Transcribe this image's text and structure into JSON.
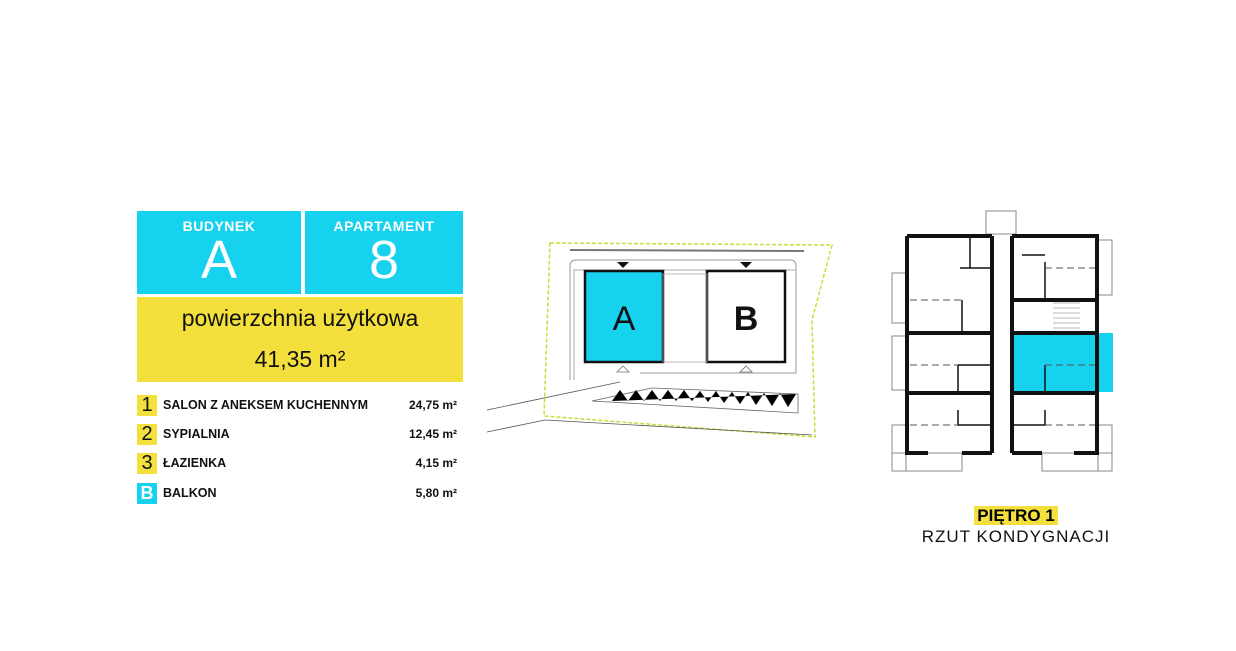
{
  "building": {
    "label": "BUDYNEK",
    "value": "A"
  },
  "apartment": {
    "label": "APARTAMENT",
    "value": "8"
  },
  "usable_area": {
    "label": "powierzchnia użytkowa",
    "value": "41,35 m²"
  },
  "rooms": [
    {
      "num": "1",
      "name": "SALON Z ANEKSEM KUCHENNYM",
      "area": "24,75 m²"
    },
    {
      "num": "2",
      "name": "SYPIALNIA",
      "area": "12,45 m²"
    },
    {
      "num": "3",
      "name": "ŁAZIENKA",
      "area": "4,15 m²"
    },
    {
      "num": "B",
      "name": "BALKON",
      "area": "5,80 m²"
    }
  ],
  "site_plan": {
    "building_a": "A",
    "building_b": "B",
    "highlight": "A"
  },
  "floor": {
    "level": "PIĘTRO 1",
    "subtitle": "RZUT KONDYGNACJI"
  },
  "colors": {
    "cyan": "#16d2ef",
    "yellow": "#f4e03c"
  }
}
